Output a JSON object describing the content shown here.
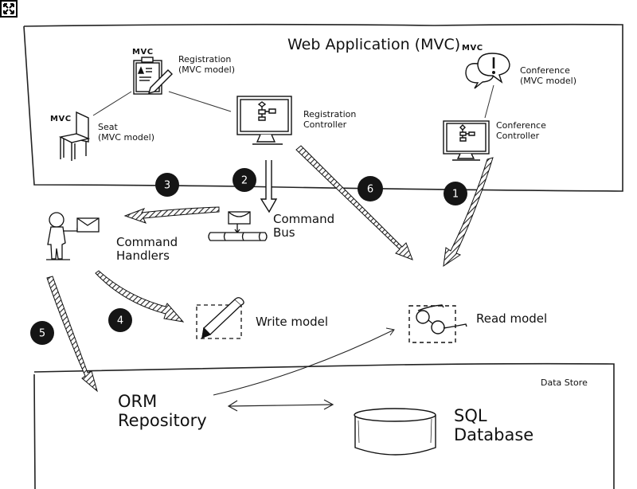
{
  "toolbar": {
    "fullscreen_icon": "expand-arrows-icon"
  },
  "web_app": {
    "title": "Web Application (MVC)",
    "nodes": {
      "registration_model": {
        "tag": "MVC",
        "line1": "Registration",
        "line2": "(MVC model)",
        "icon": "clipboard-pencil-icon"
      },
      "seat_model": {
        "tag": "MVC",
        "line1": "Seat",
        "line2": "(MVC model)",
        "icon": "chair-icon"
      },
      "registration_controller": {
        "line1": "Registration",
        "line2": "Controller",
        "icon": "monitor-flowchart-icon"
      },
      "conference_model": {
        "tag": "MVC",
        "line1": "Conference",
        "line2": "(MVC model)",
        "icon": "speech-bubbles-exclamation-icon"
      },
      "conference_controller": {
        "line1": "Conference",
        "line2": "Controller",
        "icon": "monitor-flowchart-icon"
      }
    }
  },
  "middle": {
    "command_bus": {
      "line1": "Command",
      "line2": "Bus",
      "icon": "envelope-pipe-icon"
    },
    "command_handlers": {
      "line1": "Command",
      "line2": "Handlers",
      "icon": "person-envelope-icon"
    },
    "write_model": {
      "label": "Write model",
      "icon": "pencil-icon"
    },
    "read_model": {
      "label": "Read model",
      "icon": "glasses-icon"
    }
  },
  "data_store": {
    "title": "Data Store",
    "orm": {
      "line1": "ORM",
      "line2": "Repository"
    },
    "database": {
      "line1": "SQL",
      "line2": "Database",
      "icon": "database-cylinder-icon"
    }
  },
  "steps": [
    {
      "num": "1",
      "from": "Conference Controller",
      "to": "Read model"
    },
    {
      "num": "2",
      "from": "Registration Controller",
      "to": "Command Bus"
    },
    {
      "num": "3",
      "from": "Command Bus",
      "to": "Command Handlers"
    },
    {
      "num": "4",
      "from": "Command Handlers",
      "to": "Write model"
    },
    {
      "num": "5",
      "from": "Command Handlers",
      "to": "ORM Repository"
    },
    {
      "num": "6",
      "from": "Registration Controller",
      "to": "Read model"
    }
  ]
}
